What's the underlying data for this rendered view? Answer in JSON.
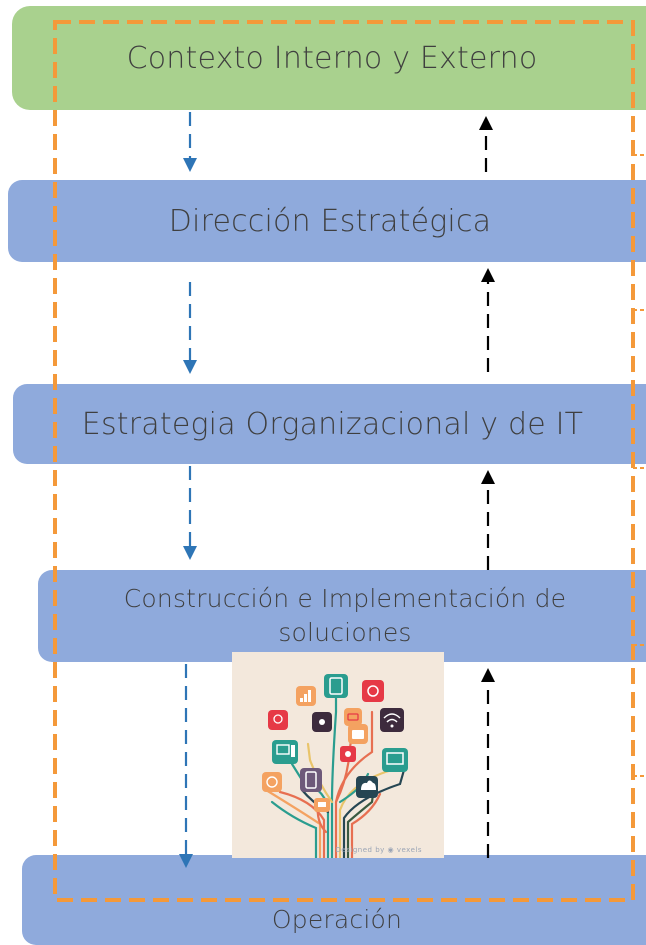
{
  "diagram": {
    "boxes": [
      {
        "id": "contexto",
        "label": "Contexto Interno y Externo",
        "color": "#a9d18e"
      },
      {
        "id": "direccion",
        "label": "Dirección Estratégica",
        "color": "#8faadc"
      },
      {
        "id": "estrategia",
        "label": "Estrategia Organizacional y de IT",
        "color": "#8faadc"
      },
      {
        "id": "construccion",
        "label": "Construcción e Implementación de soluciones",
        "color": "#8faadc"
      },
      {
        "id": "operacion",
        "label": "Operación",
        "color": "#8faadc"
      }
    ],
    "colors": {
      "frame": "#f4993a",
      "down_arrow": "#2e75b6",
      "up_arrow": "#000000",
      "image_bg": "#f3e8dc"
    },
    "image": {
      "description": "tree-of-technology-icons",
      "caption": "Designed by ◉ vexels"
    }
  }
}
